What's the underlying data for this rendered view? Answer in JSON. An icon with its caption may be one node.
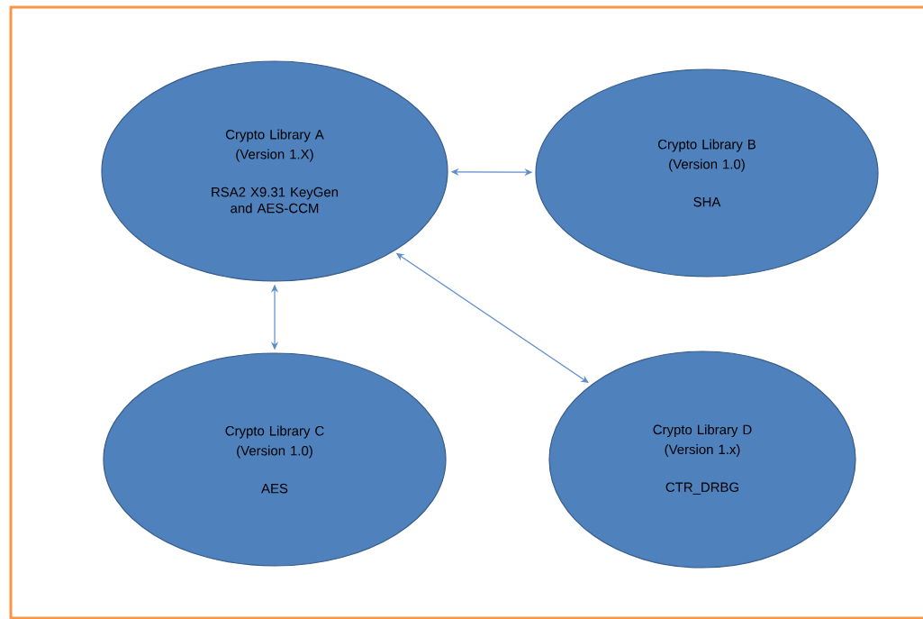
{
  "diagram": {
    "nodes": [
      {
        "text": [
          "Crypto Library A",
          "(Version 1.X)",
          "RSA2 X9.31 KeyGen and AES-CCM"
        ]
      },
      {
        "text": [
          "Crypto Library B",
          "(Version 1.0)",
          "SHA"
        ]
      },
      {
        "text": [
          "Crypto Library C",
          "(Version 1.0)",
          "AES"
        ]
      },
      {
        "text": [
          "Crypto Library D",
          "(Version 1.x)",
          "CTR_DRBG"
        ]
      }
    ],
    "edges": [
      {
        "from": 0,
        "to": 1,
        "arrow": "both"
      },
      {
        "from": 0,
        "to": 2,
        "arrow": "both"
      },
      {
        "from": 0,
        "to": 3,
        "arrow": "both"
      }
    ]
  }
}
